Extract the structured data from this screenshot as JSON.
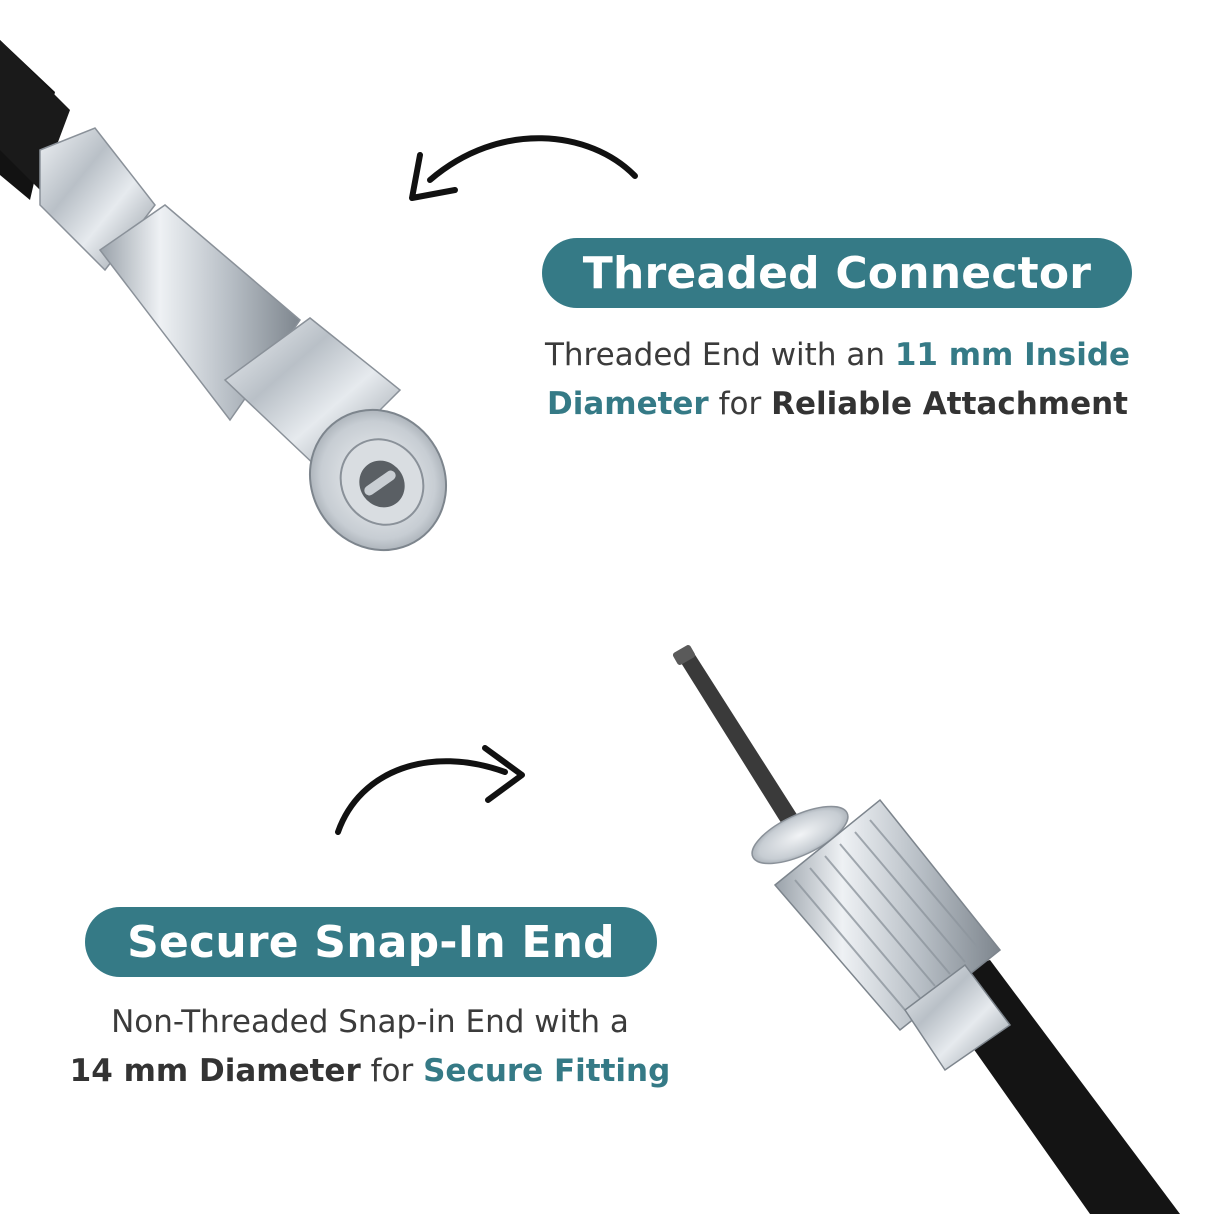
{
  "colors": {
    "accent": "#357a86",
    "text": "#3b3b3b",
    "strong_text": "#333333",
    "cable": "#141414",
    "metal": "#c3c9cf"
  },
  "top_callout": {
    "title": "Threaded Connector",
    "description": {
      "part1": "Threaded End with an ",
      "highlight1": "11 mm Inside",
      "highlight2": "Diameter",
      "part2": " for ",
      "strong": "Reliable Attachment"
    }
  },
  "bottom_callout": {
    "title": "Secure Snap-In End",
    "description": {
      "part1": "Non-Threaded Snap-in End with a",
      "strong": "14 mm Diameter",
      "part2": " for ",
      "highlight": "Secure Fitting"
    }
  },
  "icons": {
    "top_arrow": "curved-arrow-left-icon",
    "bottom_arrow": "curved-arrow-right-icon"
  }
}
